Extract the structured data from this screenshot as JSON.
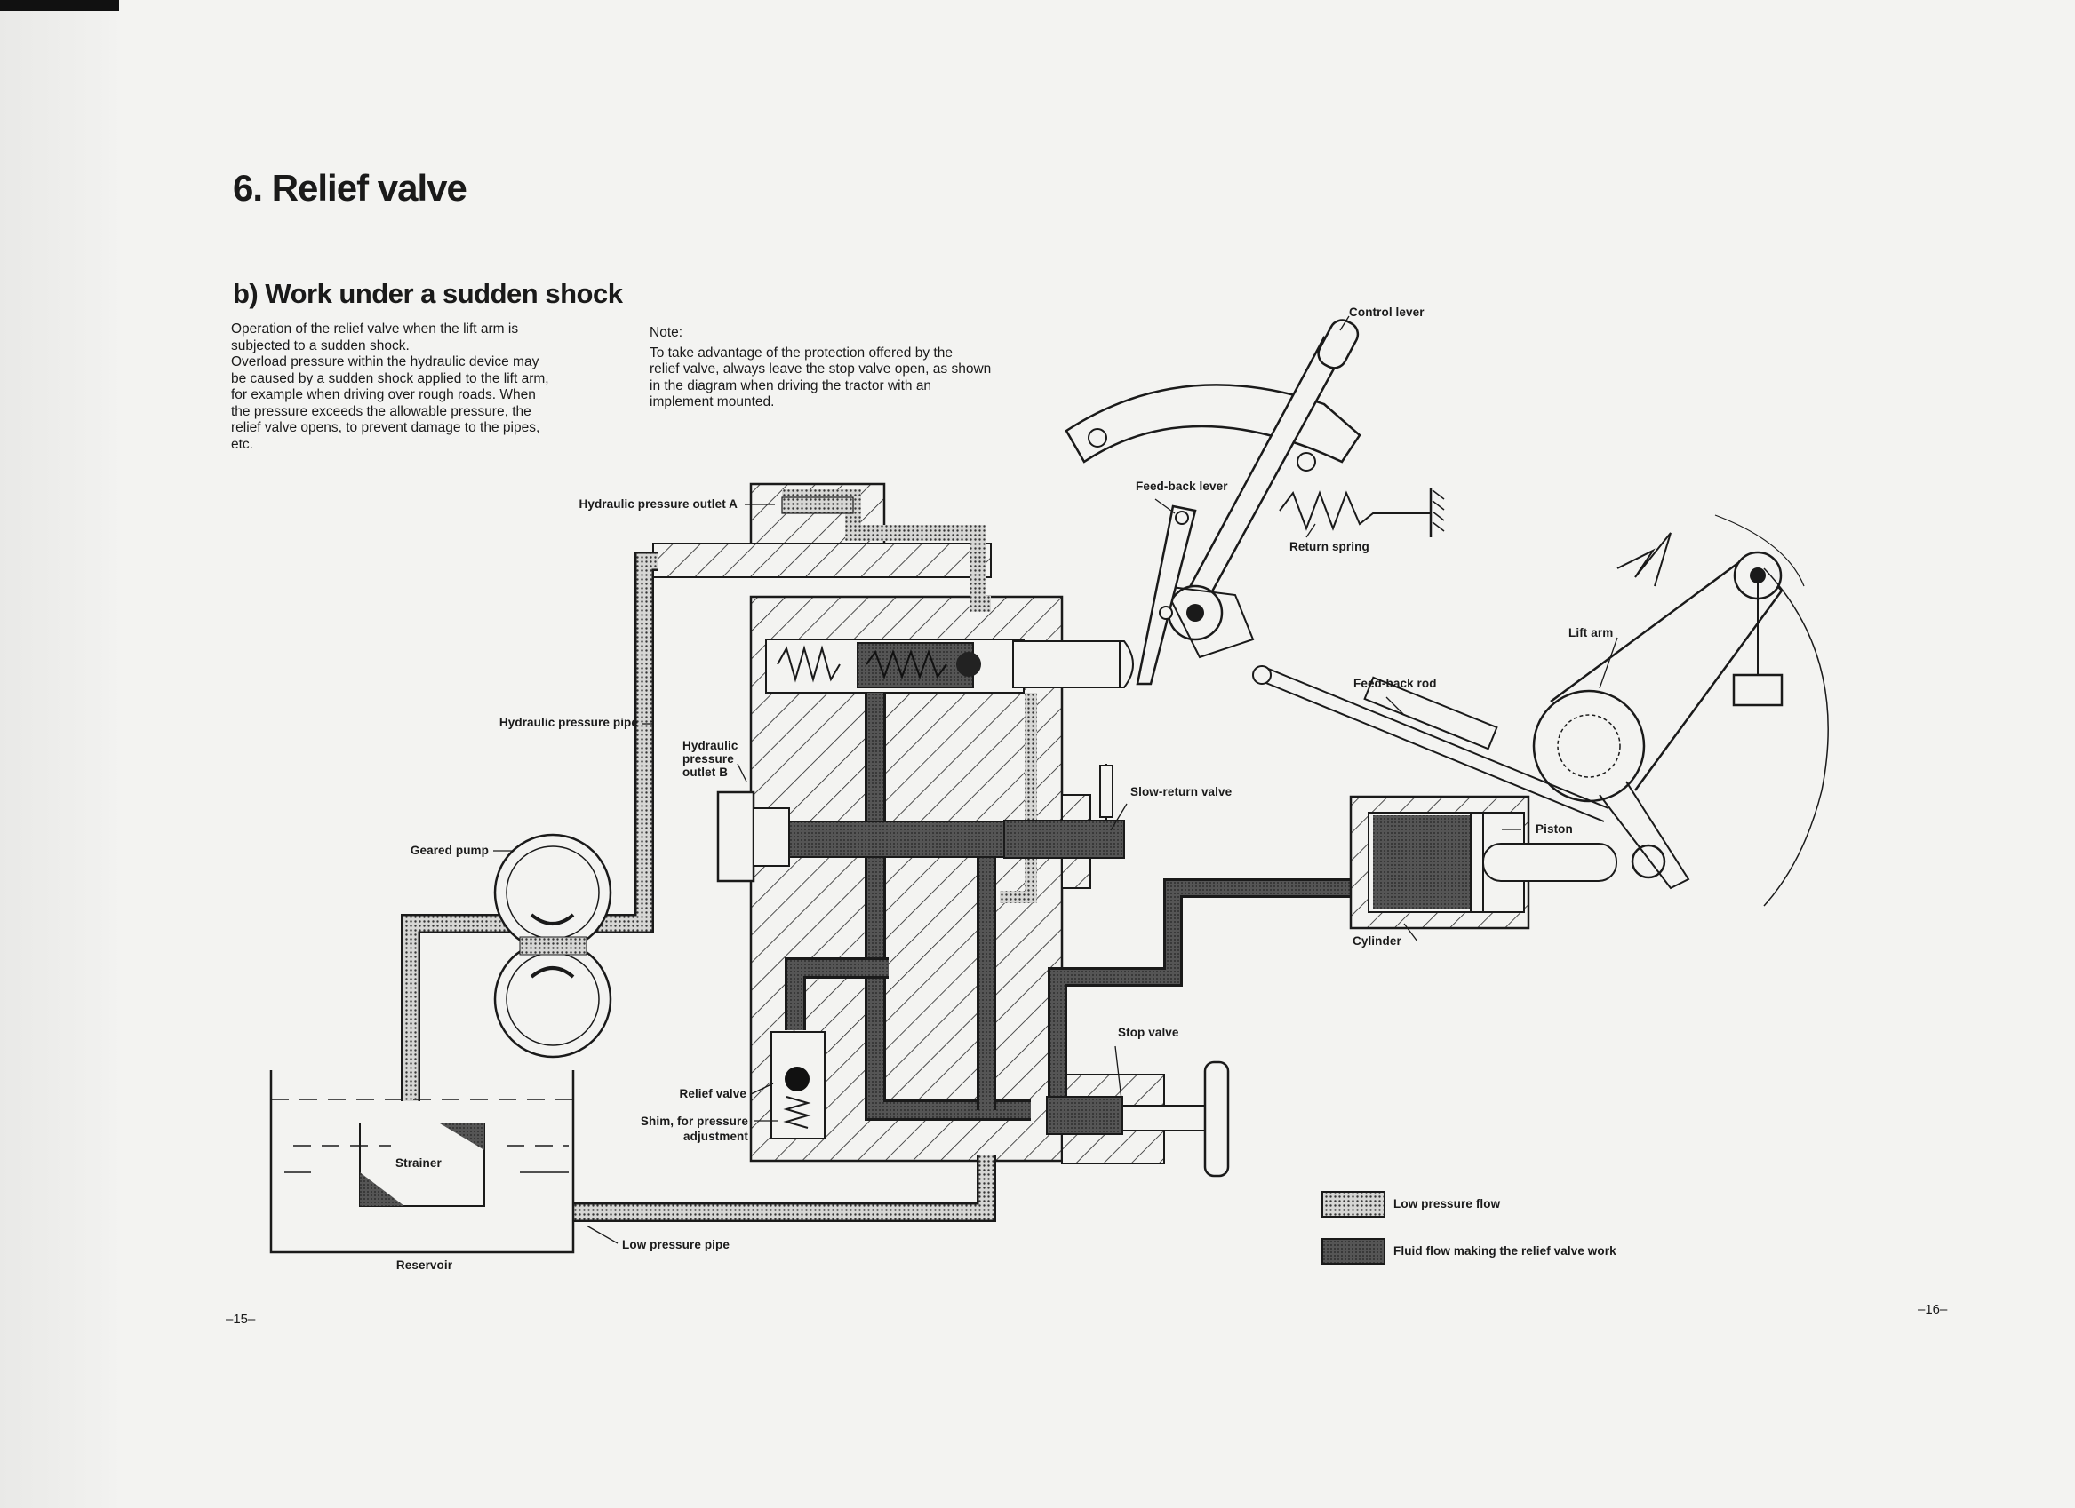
{
  "title": "6. Relief valve",
  "subtitle": "b) Work under a sudden shock",
  "description": {
    "lines": [
      "Operation of the relief valve when the lift arm is",
      "subjected to a sudden shock.",
      "Overload pressure within the hydraulic device may",
      "be caused by a sudden shock applied to the lift arm,",
      "for example when driving over rough roads. When",
      "the pressure exceeds the allowable pressure, the",
      "relief valve opens, to prevent damage to the pipes,",
      "etc."
    ]
  },
  "note": {
    "heading": "Note:",
    "lines": [
      "To take advantage of the protection offered by the",
      "relief valve, always leave the stop valve open, as shown",
      "in the diagram when driving the tractor with an",
      "implement mounted."
    ]
  },
  "labels": {
    "control_lever": "Control lever",
    "feed_back_lever": "Feed-back lever",
    "return_spring": "Return spring",
    "lift_arm": "Lift arm",
    "feed_back_rod": "Feed-back rod",
    "hydraulic_pressure_outlet_a": "Hydraulic pressure outlet A",
    "hydraulic_pressure_pipe": "Hydraulic pressure pipe",
    "hydraulic_pressure_outlet_b": [
      "Hydraulic",
      "pressure",
      "outlet B"
    ],
    "slow_return_valve": "Slow-return valve",
    "piston": "Piston",
    "cylinder": "Cylinder",
    "geared_pump": "Geared pump",
    "stop_valve": "Stop valve",
    "relief_valve": "Relief valve",
    "shim": [
      "Shim, for pressure",
      "adjustment"
    ],
    "strainer": "Strainer",
    "reservoir": "Reservoir",
    "low_pressure_pipe": "Low pressure pipe"
  },
  "legend": [
    {
      "label": "Low pressure flow",
      "pattern": "dotted"
    },
    {
      "label": "Fluid flow making the relief valve work",
      "pattern": "dark"
    }
  ],
  "page_numbers": {
    "left": "–15–",
    "right": "–16–"
  },
  "colors": {
    "ink": "#1a1a1a",
    "paper": "#f3f3f1",
    "dark_flow": "#4a4a4a",
    "dot_flow": "#9a9a9a"
  }
}
